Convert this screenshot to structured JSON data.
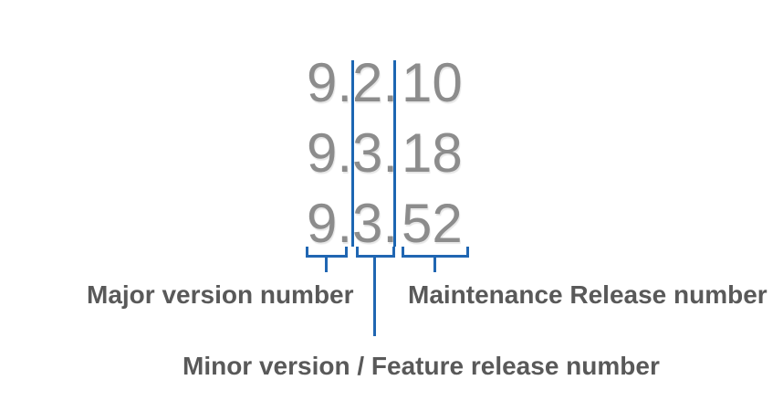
{
  "diagram": {
    "versions": [
      {
        "major": "9",
        "minor": "2",
        "maintenance": "10"
      },
      {
        "major": "9",
        "minor": "3",
        "maintenance": "18"
      },
      {
        "major": "9",
        "minor": "3",
        "maintenance": "52"
      }
    ],
    "separator": ".",
    "labels": {
      "major": "Major version number",
      "minor": "Minor version / Feature release number",
      "maintenance": "Maintenance Release number"
    },
    "colors": {
      "line_blue": "#1C66B2",
      "number_gray": "#8C8C8C",
      "label_gray": "#595959",
      "background": "#FFFFFF"
    }
  }
}
